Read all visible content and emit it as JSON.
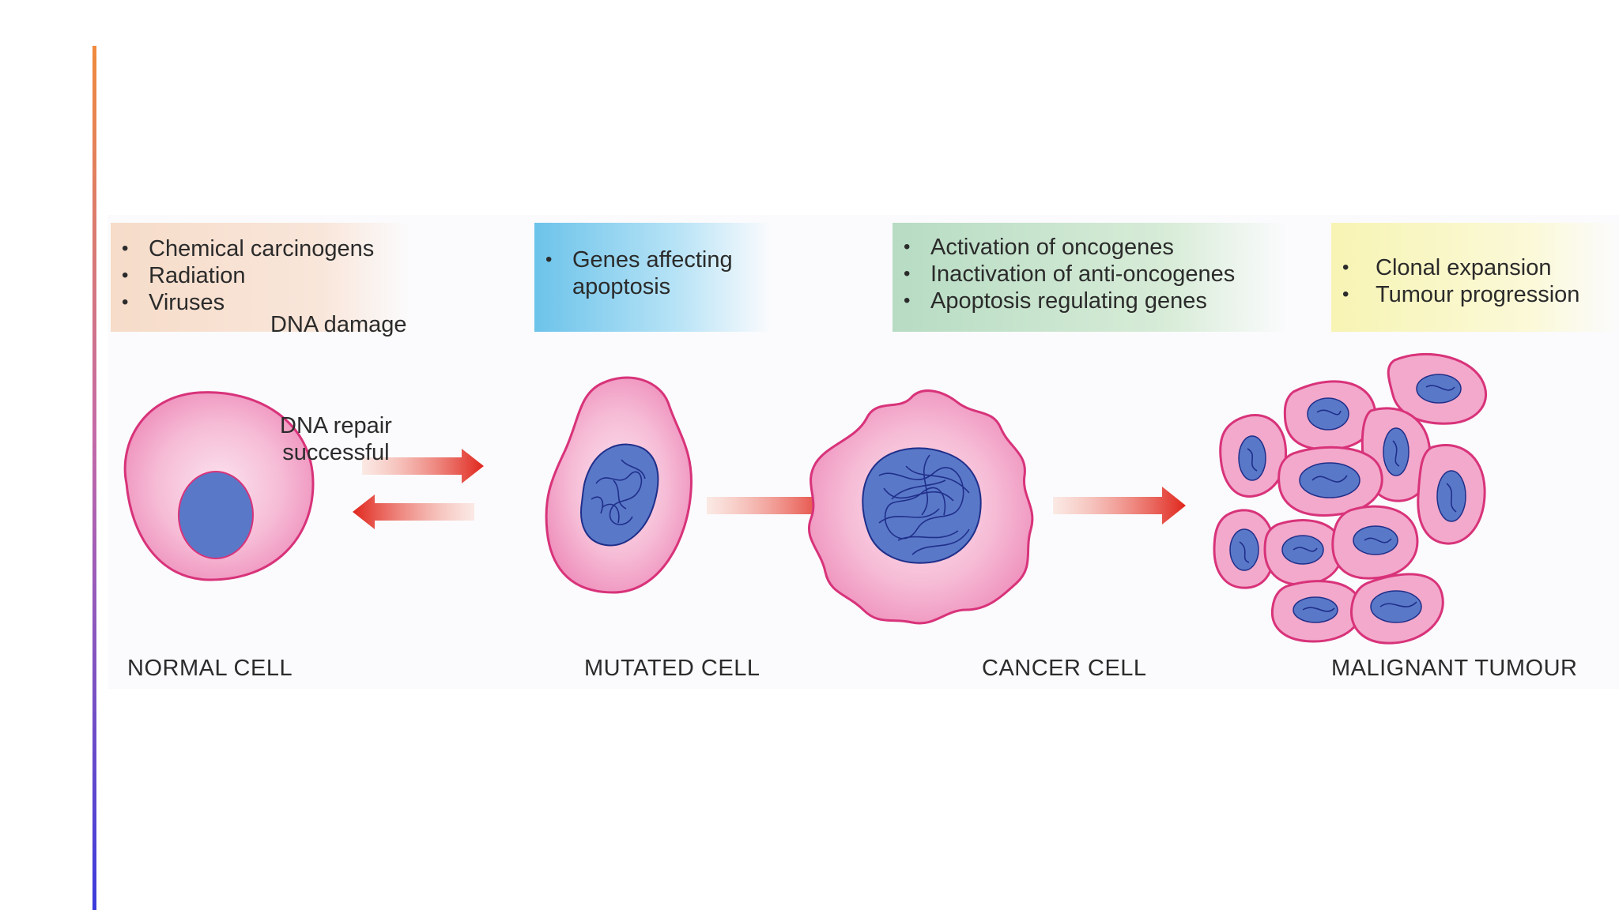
{
  "stages": {
    "causes": [
      "Chemical carcinogens",
      "Radiation",
      "Viruses"
    ],
    "genes": [
      "Genes affecting apoptosis"
    ],
    "oncogenes": [
      "Activation of oncogenes",
      "Inactivation of anti-oncogenes",
      "Apoptosis regulating genes"
    ],
    "clonal": [
      "Clonal expansion",
      "Tumour progression"
    ]
  },
  "cells": {
    "normal": "NORMAL CELL",
    "mutated": "MUTATED CELL",
    "cancer": "CANCER CELL",
    "tumour": "MALIGNANT TUMOUR"
  },
  "arrows": {
    "dna_damage": "DNA damage",
    "dna_repair_line1": "DNA repair",
    "dna_repair_line2": "successful"
  },
  "colors": {
    "cytoplasm": "#f2a8cb",
    "membrane": "#d8337a",
    "nucleus": "#5a78c8",
    "chromatin": "#1f2f8a",
    "arrow": "#e0261c",
    "accent_top": "#f08a3c",
    "accent_bottom": "#3b3bdc"
  }
}
